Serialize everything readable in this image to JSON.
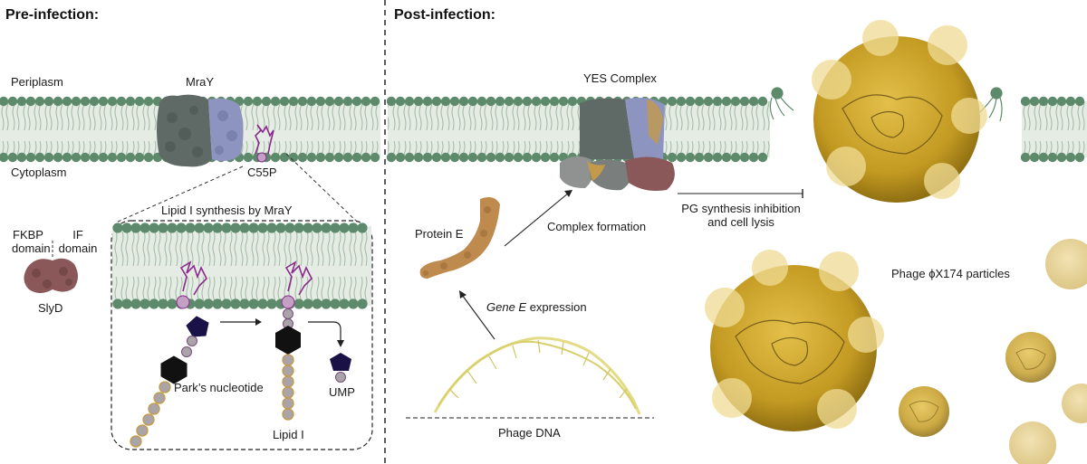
{
  "headings": {
    "pre": "Pre-infection:",
    "post": "Post-infection:"
  },
  "pre": {
    "periplasm": "Periplasm",
    "cytoplasm": "Cytoplasm",
    "mray": "MraY",
    "c55p": "C55P",
    "fkbp_line1": "FKBP",
    "fkbp_line2": "domain",
    "if_line1": "IF",
    "if_line2": "domain",
    "slyd": "SlyD",
    "inset_title": "Lipid I synthesis by MraY",
    "parks": "Park’s nucleotide",
    "lipid1": "Lipid I",
    "ump": "UMP"
  },
  "post": {
    "yes_complex": "YES Complex",
    "protein_e": "Protein E",
    "complex_formation": "Complex formation",
    "gene_e_italic": "Gene E",
    "gene_e_rest": " expression",
    "phage_dna": "Phage DNA",
    "pg_line1": "PG synthesis inhibition",
    "pg_line2": "and cell lysis",
    "particles": "Phage ϕX174 particles"
  },
  "colors": {
    "lipid_head": "#5e8a6c",
    "membrane_fill": "#dfe9df",
    "mray_gray": "#5f6a66",
    "mray_blue": "#8d94bf",
    "lipid_tail_purple": "#8a2a8c",
    "bead_gray": "#a8a4a8",
    "bead_outline": "#c69a45",
    "protein_e": "#bf8a4e",
    "slyd": "#8a5858",
    "phage_gold": "#c9a227",
    "dna_yellow": "#e3dc84"
  }
}
